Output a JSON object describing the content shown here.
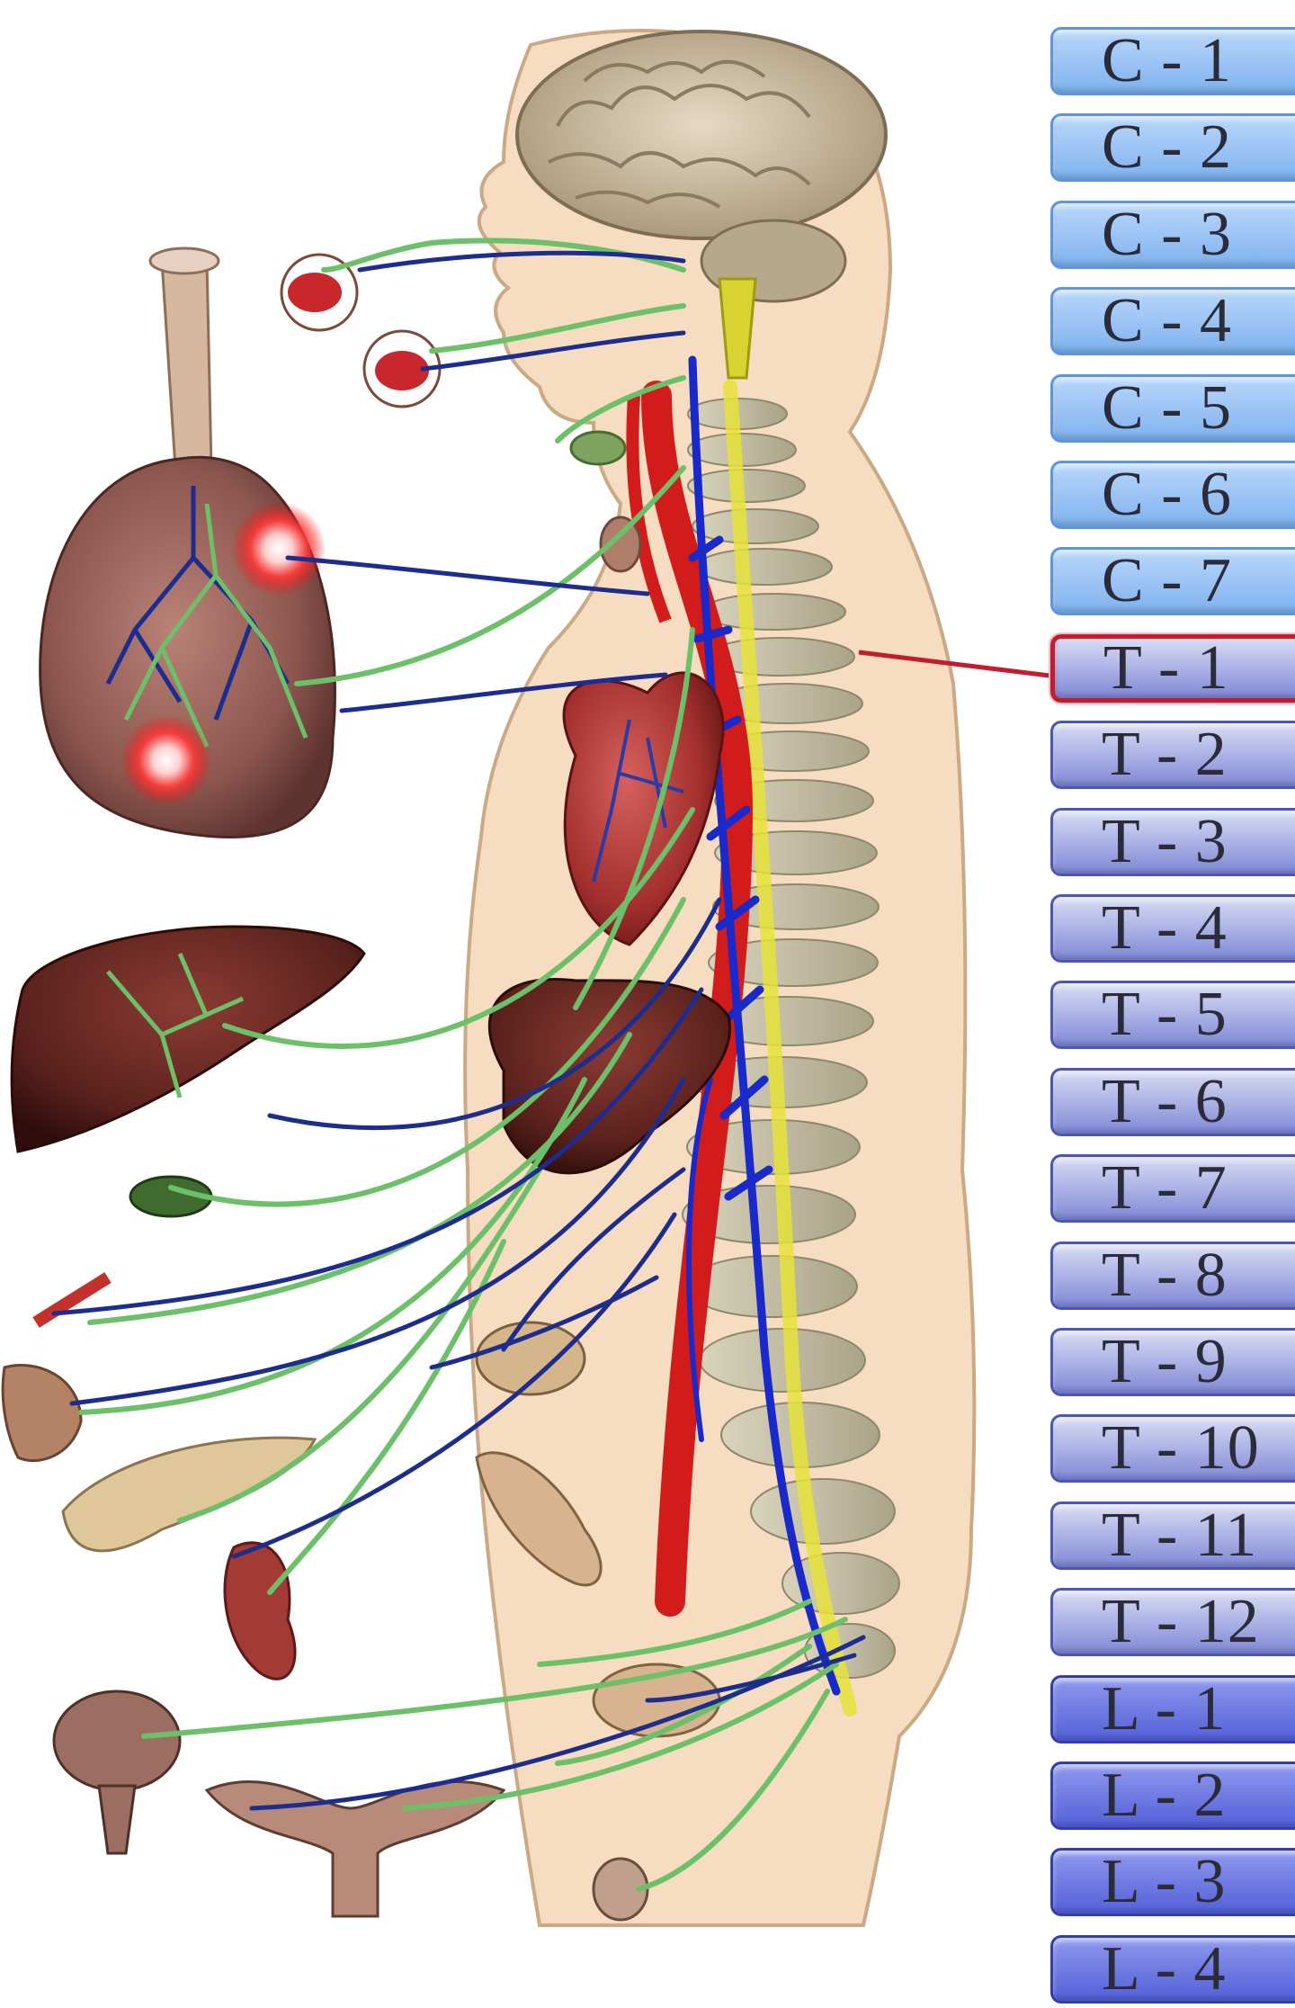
{
  "segments": [
    {
      "label": "C - 1",
      "group": "c"
    },
    {
      "label": "C - 2",
      "group": "c"
    },
    {
      "label": "C - 3",
      "group": "c"
    },
    {
      "label": "C - 4",
      "group": "c"
    },
    {
      "label": "C - 5",
      "group": "c"
    },
    {
      "label": "C - 6",
      "group": "c"
    },
    {
      "label": "C - 7",
      "group": "c"
    },
    {
      "label": "T - 1",
      "group": "t",
      "highlighted": true
    },
    {
      "label": "T - 2",
      "group": "t"
    },
    {
      "label": "T - 3",
      "group": "t"
    },
    {
      "label": "T - 4",
      "group": "t"
    },
    {
      "label": "T - 5",
      "group": "t"
    },
    {
      "label": "T - 6",
      "group": "t"
    },
    {
      "label": "T - 7",
      "group": "t"
    },
    {
      "label": "T - 8",
      "group": "t"
    },
    {
      "label": "T - 9",
      "group": "t"
    },
    {
      "label": "T - 10",
      "group": "t"
    },
    {
      "label": "T - 11",
      "group": "t"
    },
    {
      "label": "T - 12",
      "group": "t"
    },
    {
      "label": "L - 1",
      "group": "l"
    },
    {
      "label": "L - 2",
      "group": "l"
    },
    {
      "label": "L - 3",
      "group": "l"
    },
    {
      "label": "L - 4",
      "group": "l"
    }
  ],
  "colors": {
    "sympathetic_nerve": "#1d2d8f",
    "parasympathetic_nerve": "#6cc06a",
    "aorta": "#d21b1b",
    "body_skin": "#f6dcc0",
    "highlight": "#c21c2e"
  }
}
